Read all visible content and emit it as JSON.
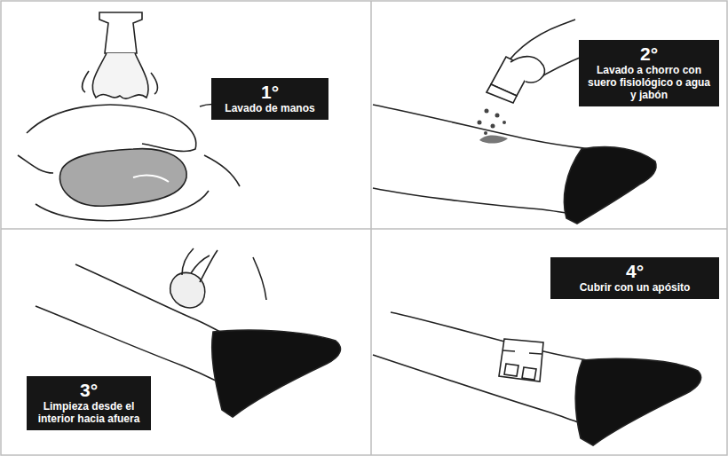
{
  "diagram": {
    "nodes": [
      {
        "text": [
          "1°",
          "Lavado de manos"
        ]
      },
      {
        "text": [
          "2°",
          "Lavado a chorro con suero fisiológico o agua y jabón"
        ]
      },
      {
        "text": [
          "3°",
          "Limpieza desde el interior hacia afuera"
        ]
      },
      {
        "text": [
          "4°",
          "Cubrir con un apósito"
        ]
      }
    ]
  }
}
